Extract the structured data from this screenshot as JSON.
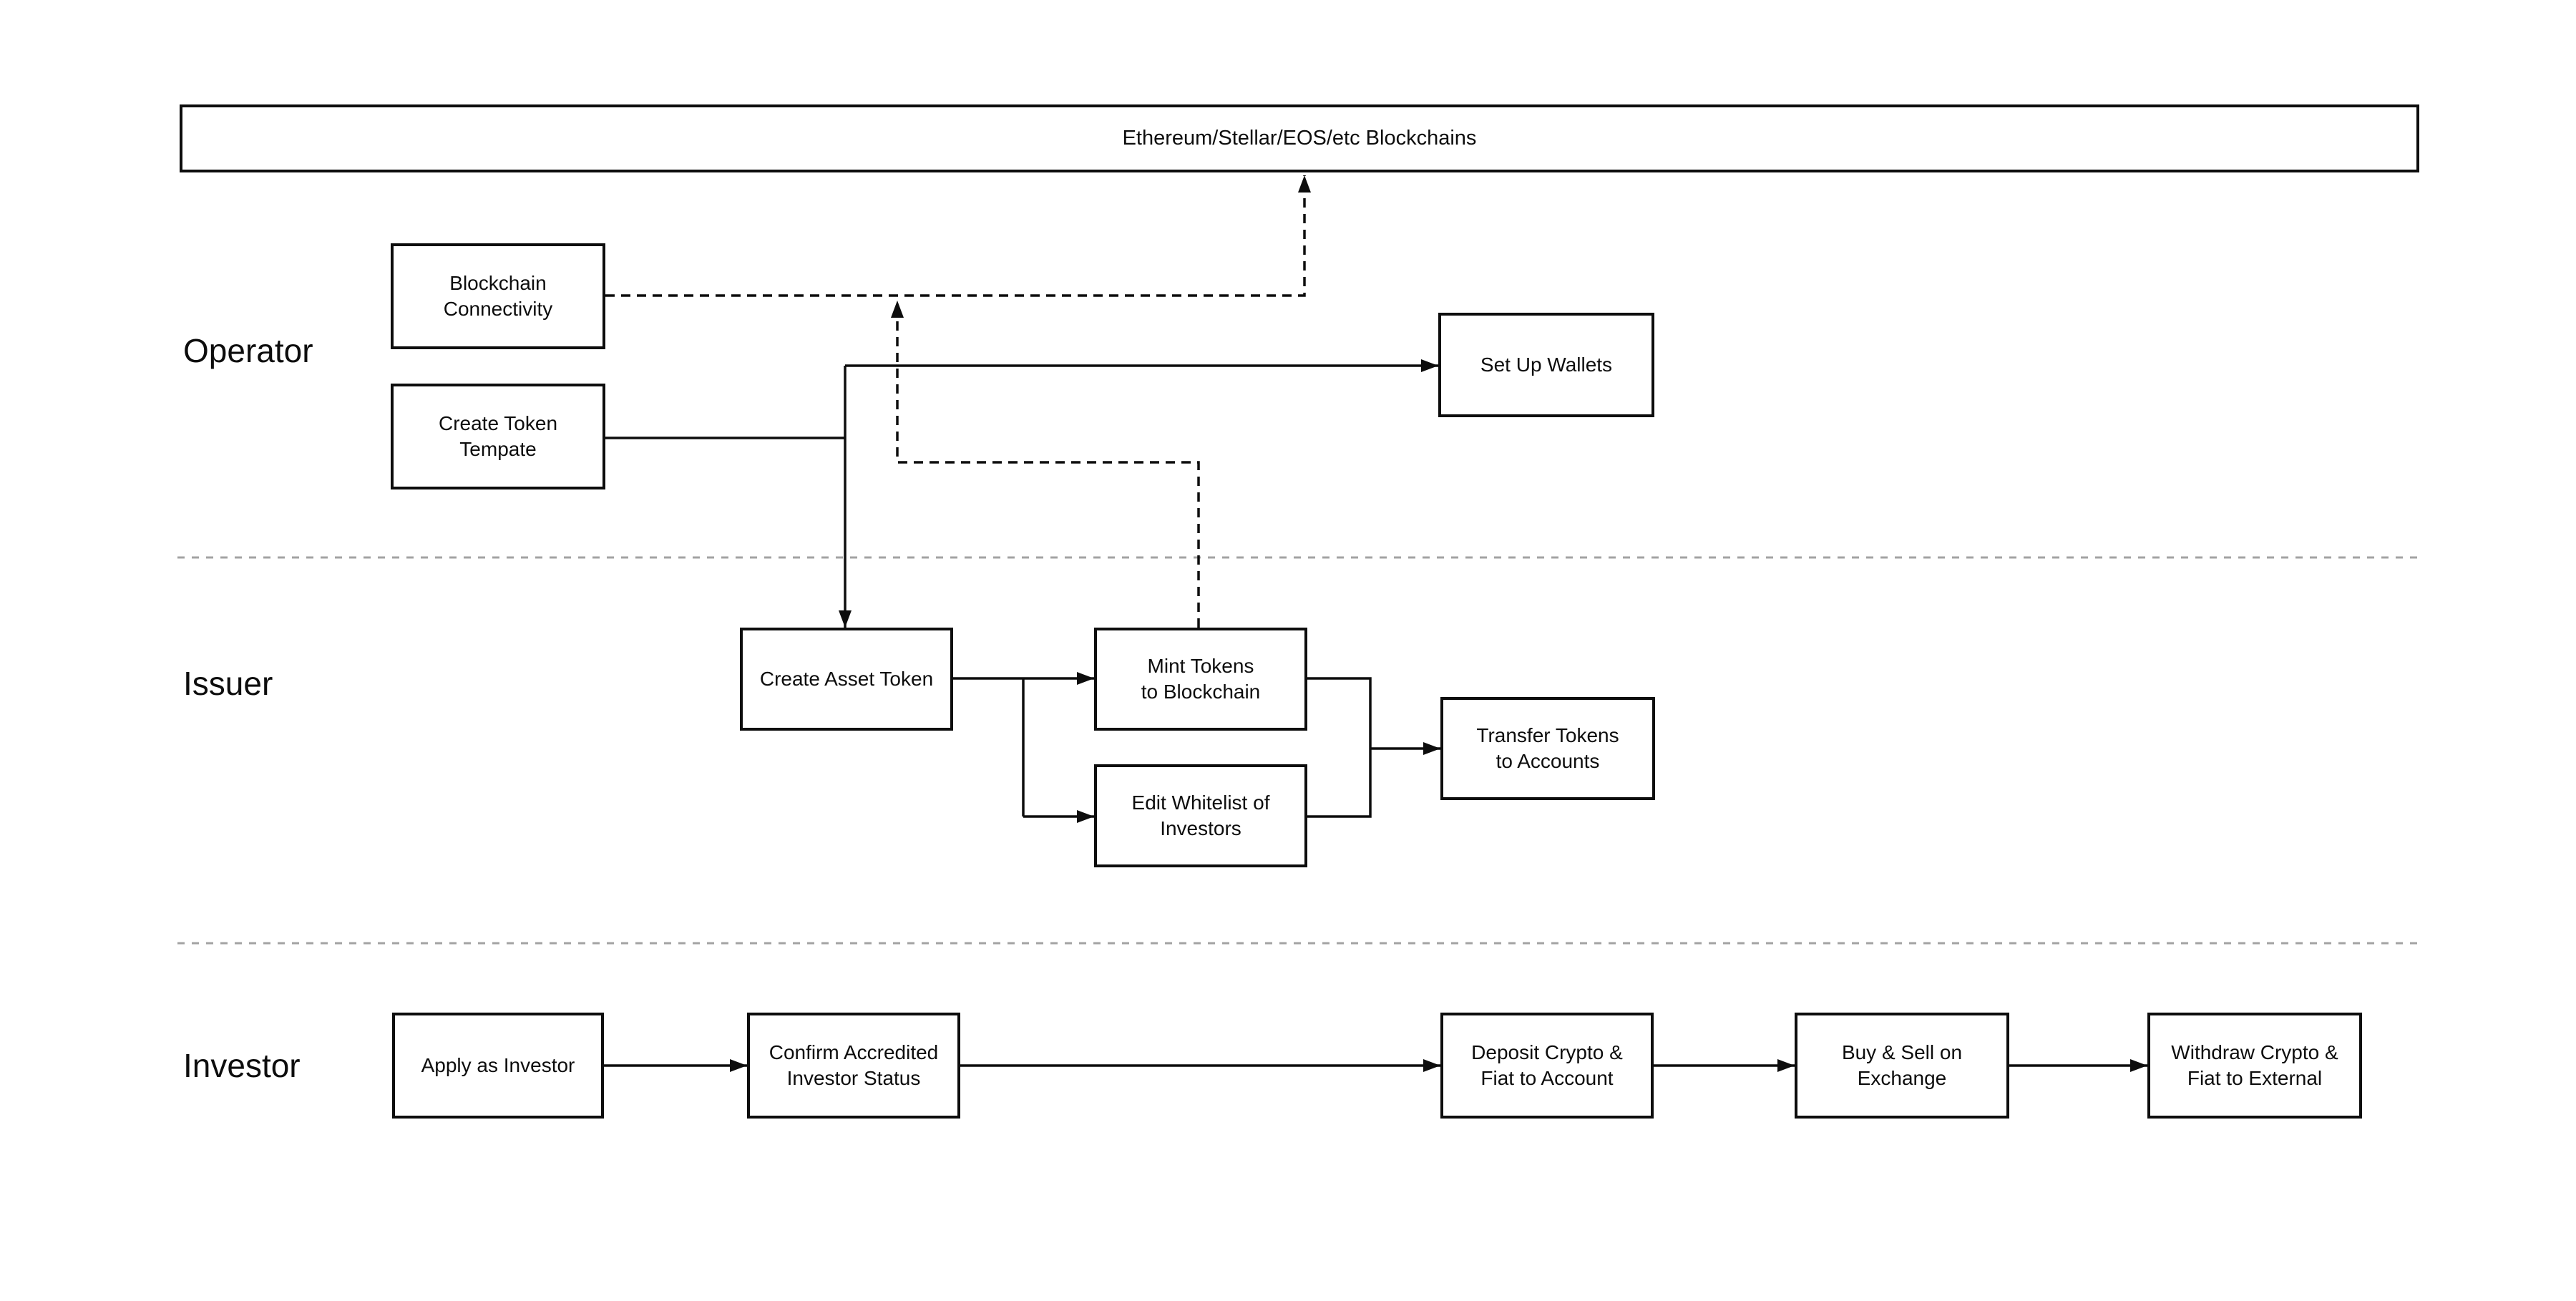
{
  "blockchain_bar": {
    "label": "Ethereum/Stellar/EOS/etc Blockchains"
  },
  "lanes": [
    {
      "id": "operator",
      "label": "Operator",
      "nodes": [
        {
          "id": "blockchain-connectivity",
          "label": "Blockchain\nConnectivity"
        },
        {
          "id": "create-token-template",
          "label": "Create Token\nTempate"
        },
        {
          "id": "set-up-wallets",
          "label": "Set Up Wallets"
        }
      ]
    },
    {
      "id": "issuer",
      "label": "Issuer",
      "nodes": [
        {
          "id": "create-asset-token",
          "label": "Create Asset Token"
        },
        {
          "id": "mint-tokens",
          "label": "Mint Tokens\nto Blockchain"
        },
        {
          "id": "edit-whitelist",
          "label": "Edit Whitelist of\nInvestors"
        },
        {
          "id": "transfer-tokens",
          "label": "Transfer Tokens\nto Accounts"
        }
      ]
    },
    {
      "id": "investor",
      "label": "Investor",
      "nodes": [
        {
          "id": "apply-as-investor",
          "label": "Apply as Investor"
        },
        {
          "id": "confirm-accredited",
          "label": "Confirm Accredited\nInvestor Status"
        },
        {
          "id": "deposit-crypto",
          "label": "Deposit Crypto &\nFiat to Account"
        },
        {
          "id": "buy-sell",
          "label": "Buy & Sell on\nExchange"
        },
        {
          "id": "withdraw-crypto",
          "label": "Withdraw Crypto &\nFiat to External"
        }
      ]
    }
  ],
  "connections": [
    {
      "from": "Create Token Tempate",
      "to": "Set Up Wallets",
      "style": "solid-arrow"
    },
    {
      "from": "Create Token Tempate",
      "to": "Create Asset Token",
      "style": "solid-arrow"
    },
    {
      "from": "Create Asset Token",
      "to": "Mint Tokens to Blockchain",
      "style": "solid-arrow"
    },
    {
      "from": "Create Asset Token",
      "to": "Edit Whitelist of Investors",
      "style": "solid-arrow"
    },
    {
      "from": "Mint Tokens to Blockchain",
      "to": "Transfer Tokens to Accounts",
      "style": "solid-arrow"
    },
    {
      "from": "Edit Whitelist of Investors",
      "to": "Transfer Tokens to Accounts",
      "style": "solid-arrow"
    },
    {
      "from": "Blockchain Connectivity",
      "to": "Ethereum/Stellar/EOS/etc Blockchains",
      "style": "dashed-arrow"
    },
    {
      "from": "Mint Tokens to Blockchain",
      "to": "Blockchain Connectivity",
      "style": "dashed-arrow"
    },
    {
      "from": "Apply as Investor",
      "to": "Confirm Accredited Investor Status",
      "style": "solid-arrow"
    },
    {
      "from": "Confirm Accredited Investor Status",
      "to": "Deposit Crypto & Fiat to Account",
      "style": "solid-arrow"
    },
    {
      "from": "Deposit Crypto & Fiat to Account",
      "to": "Buy & Sell on Exchange",
      "style": "solid-arrow"
    },
    {
      "from": "Buy & Sell on Exchange",
      "to": "Withdraw Crypto & Fiat to External",
      "style": "solid-arrow"
    }
  ],
  "colors": {
    "line": "#0d0d0d",
    "divider": "#a3a3a3",
    "box_border": "#0d0d0d",
    "background": "#ffffff",
    "text": "#0d0d0d"
  }
}
